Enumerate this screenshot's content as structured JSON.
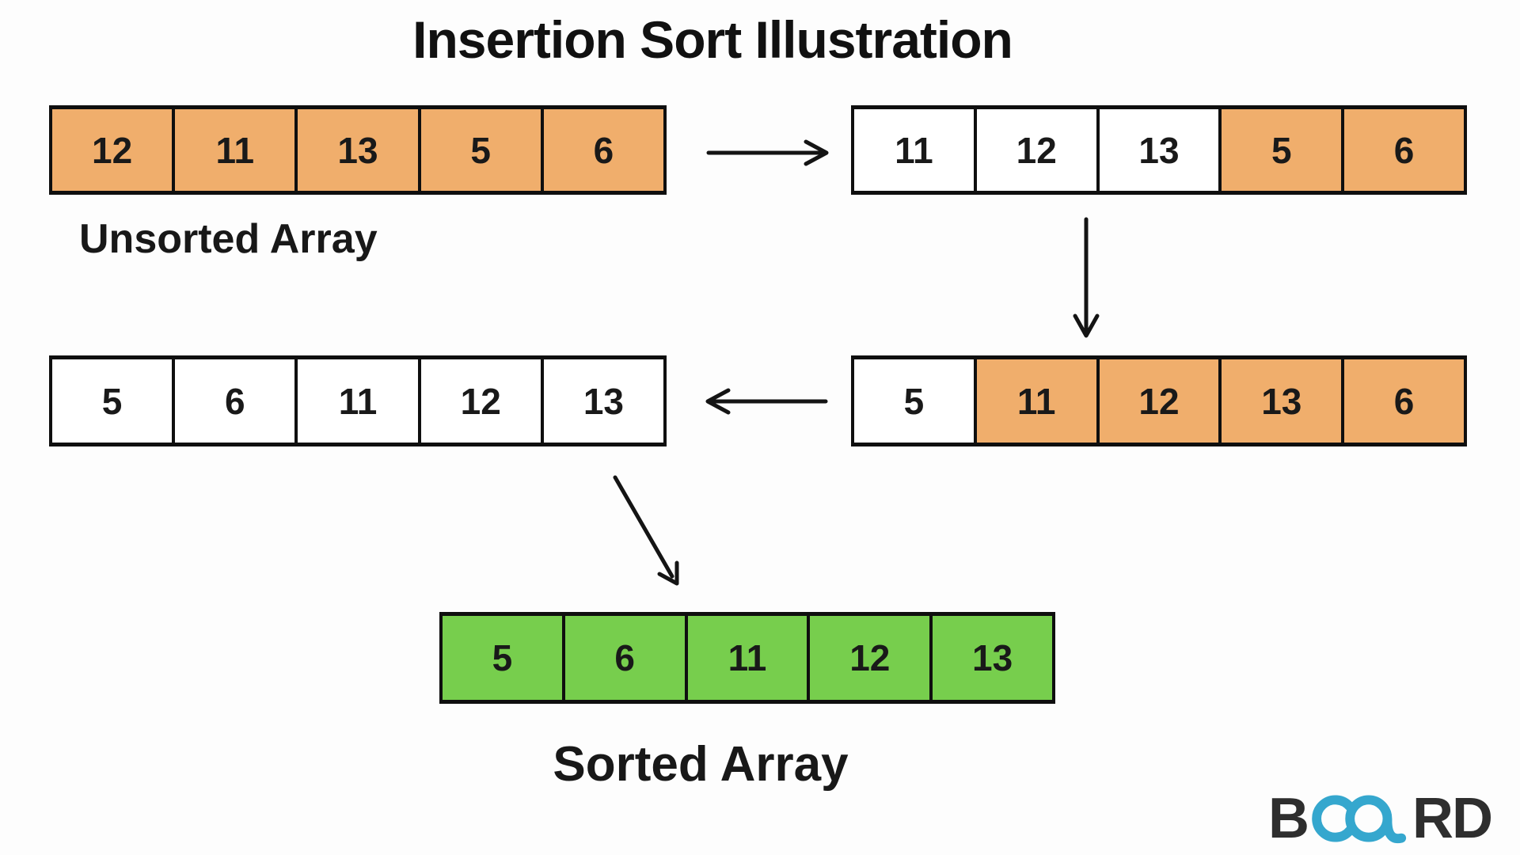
{
  "title": "Insertion Sort Illustration",
  "labels": {
    "unsorted": "Unsorted Array",
    "sorted": "Sorted Array"
  },
  "colors": {
    "cell_orange": "#F0AE6C",
    "cell_green": "#77CE4D",
    "cell_white": "#FFFFFF",
    "border": "#0F0F0F",
    "arrow": "#141414",
    "logo_dark": "#2E2E2E",
    "logo_blue": "#35A7CE",
    "background": "#FDFDFD"
  },
  "diagram": {
    "steps": [
      {
        "name": "unsorted",
        "cells": [
          {
            "value": "12",
            "fill": "orange"
          },
          {
            "value": "11",
            "fill": "orange"
          },
          {
            "value": "13",
            "fill": "orange"
          },
          {
            "value": "5",
            "fill": "orange"
          },
          {
            "value": "6",
            "fill": "orange"
          }
        ]
      },
      {
        "name": "pass-1",
        "cells": [
          {
            "value": "11",
            "fill": "white"
          },
          {
            "value": "12",
            "fill": "white"
          },
          {
            "value": "13",
            "fill": "white"
          },
          {
            "value": "5",
            "fill": "orange"
          },
          {
            "value": "6",
            "fill": "orange"
          }
        ]
      },
      {
        "name": "pass-2",
        "cells": [
          {
            "value": "5",
            "fill": "white"
          },
          {
            "value": "11",
            "fill": "orange"
          },
          {
            "value": "12",
            "fill": "orange"
          },
          {
            "value": "13",
            "fill": "orange"
          },
          {
            "value": "6",
            "fill": "orange"
          }
        ]
      },
      {
        "name": "pass-3",
        "cells": [
          {
            "value": "5",
            "fill": "white"
          },
          {
            "value": "6",
            "fill": "white"
          },
          {
            "value": "11",
            "fill": "white"
          },
          {
            "value": "12",
            "fill": "white"
          },
          {
            "value": "13",
            "fill": "white"
          }
        ]
      },
      {
        "name": "sorted",
        "cells": [
          {
            "value": "5",
            "fill": "green"
          },
          {
            "value": "6",
            "fill": "green"
          },
          {
            "value": "11",
            "fill": "green"
          },
          {
            "value": "12",
            "fill": "green"
          },
          {
            "value": "13",
            "fill": "green"
          }
        ]
      }
    ],
    "arrows": [
      "right",
      "down",
      "left",
      "down-right"
    ]
  },
  "logo": {
    "prefix": "B",
    "suffix": "RD",
    "icon": "infinity"
  }
}
